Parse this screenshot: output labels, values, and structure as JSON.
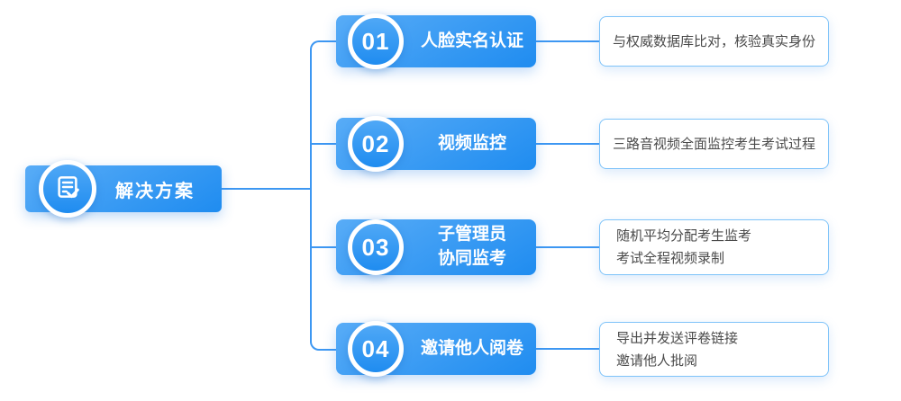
{
  "root": {
    "label": "解决方案",
    "icon": "document-check-icon"
  },
  "steps": [
    {
      "number": "01",
      "title_lines": [
        "人脸实名认证"
      ],
      "desc_lines": [
        "与权威数据库比对，核验真实身份"
      ]
    },
    {
      "number": "02",
      "title_lines": [
        "视频监控"
      ],
      "desc_lines": [
        "三路音视频全面监控考生考试过程"
      ]
    },
    {
      "number": "03",
      "title_lines": [
        "子管理员",
        "协同监考"
      ],
      "desc_lines": [
        "随机平均分配考生监考",
        "考试全程视频录制"
      ]
    },
    {
      "number": "04",
      "title_lines": [
        "邀请他人阅卷"
      ],
      "desc_lines": [
        "导出并发送评卷链接",
        "邀请他人批阅"
      ]
    }
  ],
  "colors": {
    "gradient_start": "#58acf7",
    "gradient_end": "#1f8cf0",
    "connector": "#3d97f2",
    "card_border": "#7ec3f9",
    "desc_text": "#4a4a4a",
    "text_on_blue": "#ffffff"
  }
}
